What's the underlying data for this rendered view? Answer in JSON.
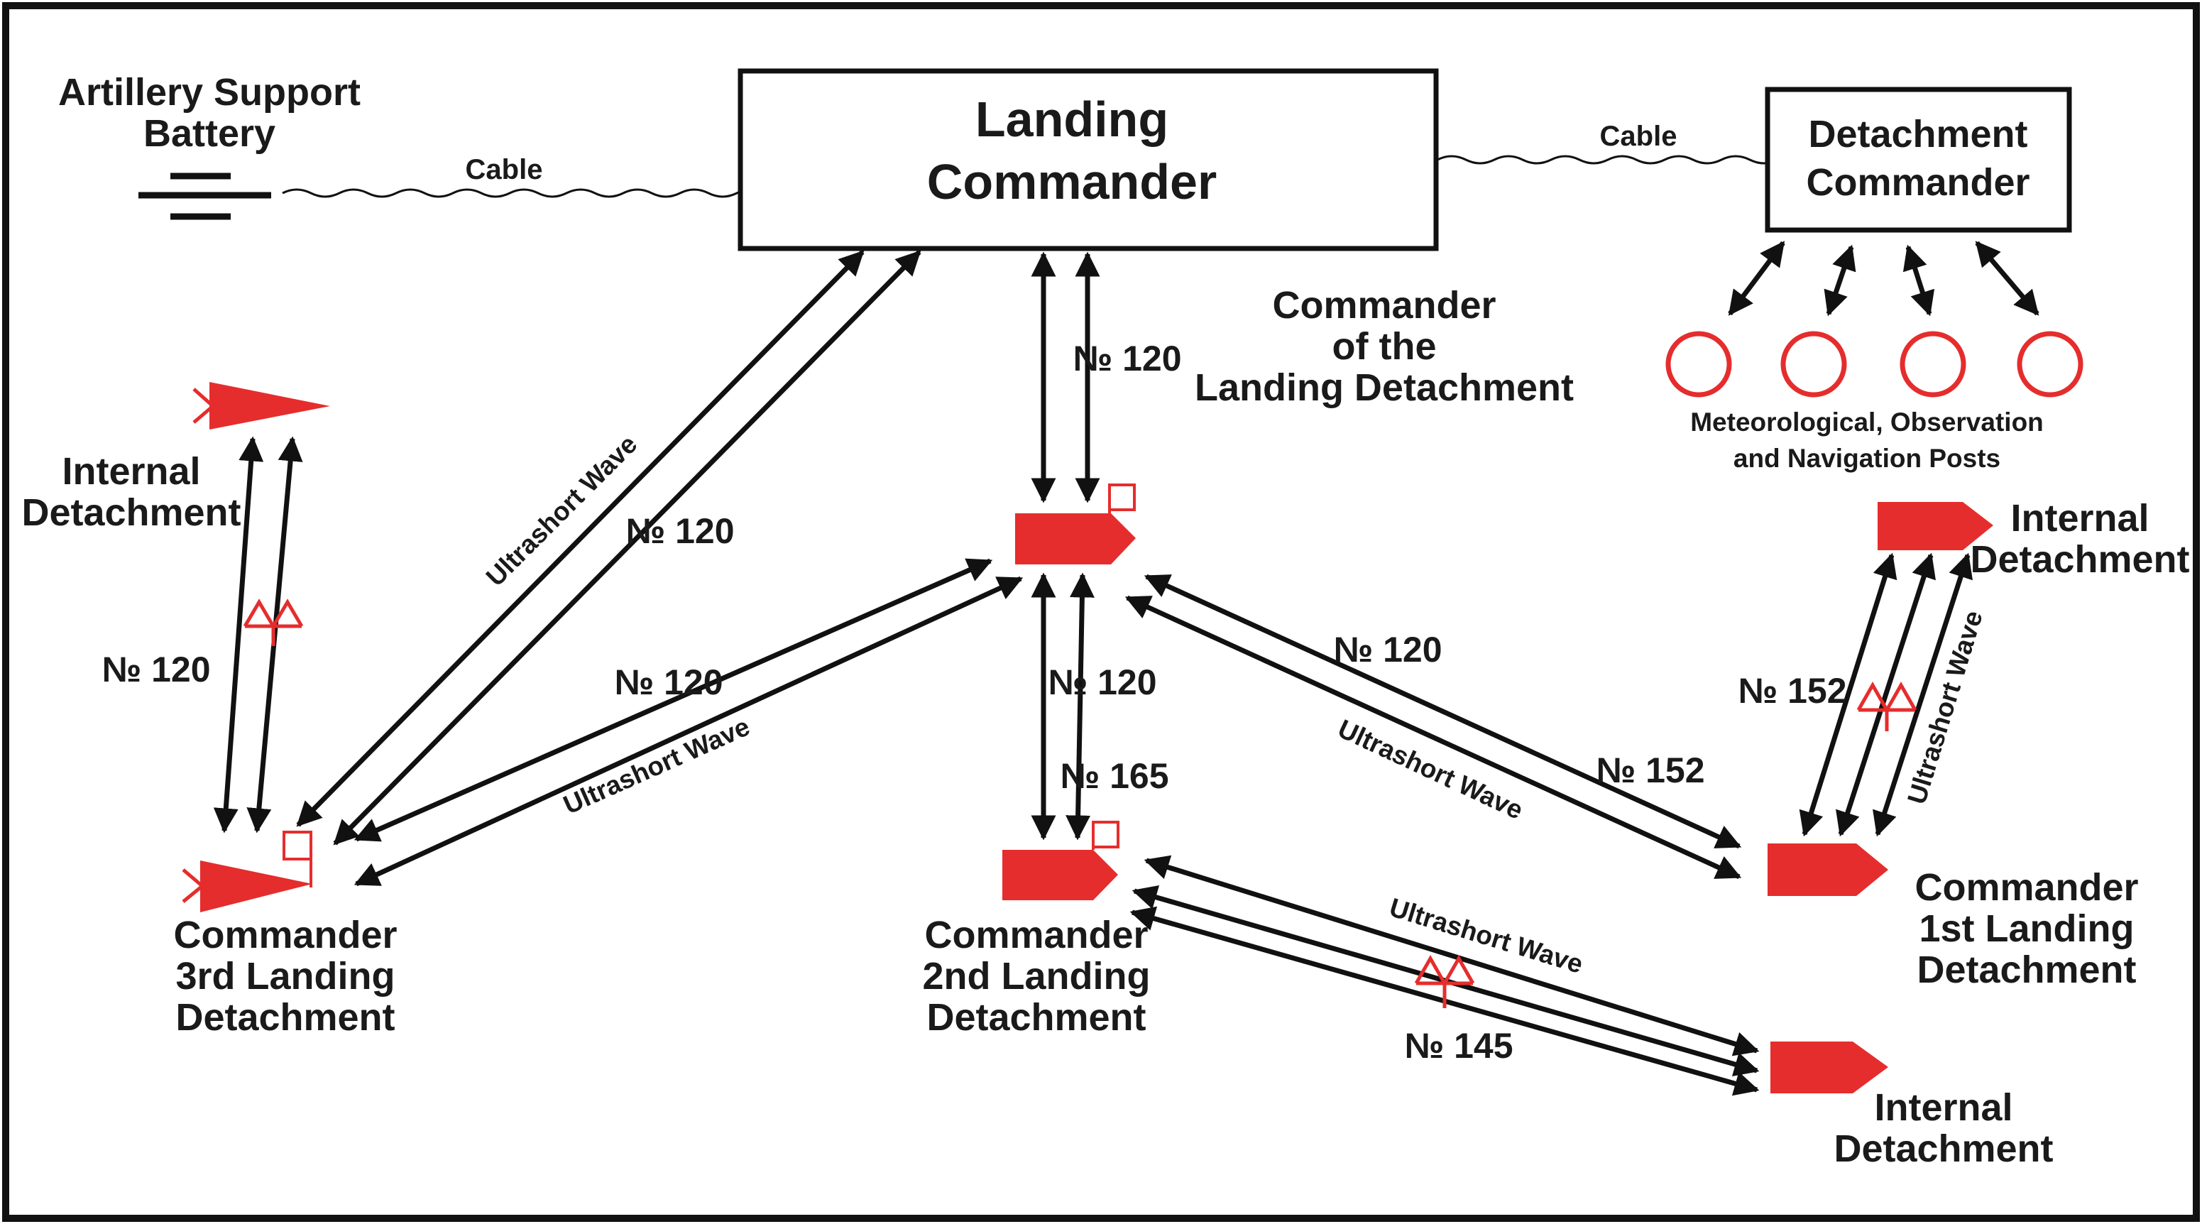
{
  "colors": {
    "accent": "#e52d2d",
    "line": "#111111",
    "background": "#ffffff"
  },
  "artillery": {
    "line1": "Artillery Support",
    "line2": "Battery"
  },
  "landing_commander": {
    "line1": "Landing",
    "line2": "Commander"
  },
  "detachment_commander": {
    "line1": "Detachment",
    "line2": "Commander"
  },
  "landing_detachment_commander": {
    "line1": "Commander",
    "line2": "of the",
    "line3": "Landing Detachment"
  },
  "posts": {
    "line1": "Meteorological, Observation",
    "line2": "and Navigation Posts"
  },
  "internal_left": {
    "line1": "Internal",
    "line2": "Detachment"
  },
  "internal_right": {
    "line1": "Internal",
    "line2": "Detachment"
  },
  "internal_bottom": {
    "line1": "Internal",
    "line2": "Detachment"
  },
  "commander_3rd": {
    "line1": "Commander",
    "line2": "3rd Landing",
    "line3": "Detachment"
  },
  "commander_2nd": {
    "line1": "Commander",
    "line2": "2nd Landing",
    "line3": "Detachment"
  },
  "commander_1st": {
    "line1": "Commander",
    "line2": "1st Landing",
    "line3": "Detachment"
  },
  "link_labels": {
    "cable_left": "Cable",
    "cable_right": "Cable",
    "usw_lc_3rd": "Ultrashort Wave",
    "n120_lc_3rd": "№ 120",
    "n120_lc_center": "№ 120",
    "n120_internal_left": "№ 120",
    "n120_center_3rd": "№ 120",
    "usw_center_3rd": "Ultrashort Wave",
    "n120_center_2nd": "№ 120",
    "n165_center_2nd": "№ 165",
    "n120_center_1st": "№ 120",
    "usw_center_1st": "Ultrashort Wave",
    "n152_center_1st": "№ 152",
    "n152_internal_right": "№ 152",
    "usw_internal_right": "Ultrashort Wave",
    "usw_2nd_internal": "Ultrashort Wave",
    "n145_2nd_internal": "№ 145"
  }
}
